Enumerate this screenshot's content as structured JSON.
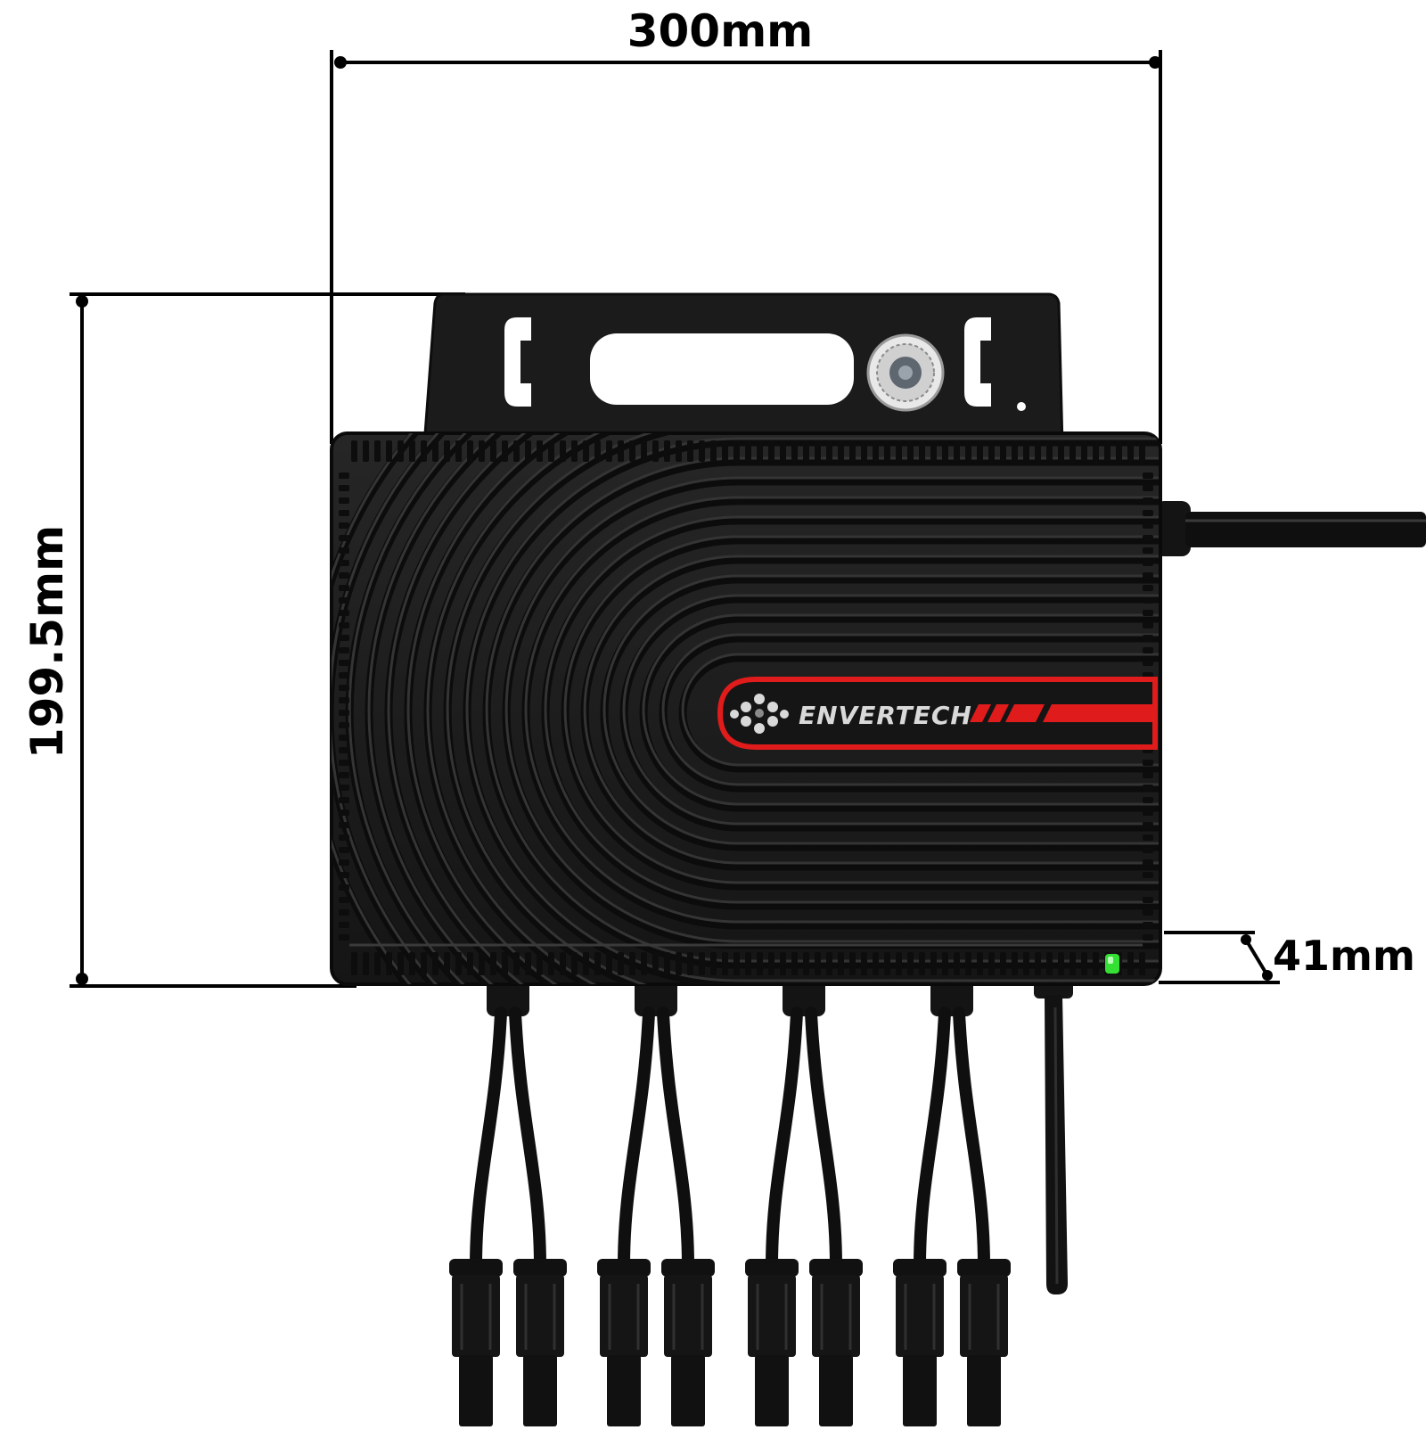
{
  "dimensions": {
    "width_label": "300mm",
    "height_label": "199.5mm",
    "depth_label": "41mm"
  },
  "product": {
    "brand": "ENVERTECH"
  },
  "colors": {
    "body": "#1c1c1c",
    "body_edge": "#0a0a0a",
    "rib": "#2e2e2e",
    "accent_red": "#e01b1b",
    "led_green": "#35e035",
    "line": "#000000"
  },
  "icons": {
    "logo": "envertech-flower-icon",
    "status_led": "status-led-icon"
  }
}
